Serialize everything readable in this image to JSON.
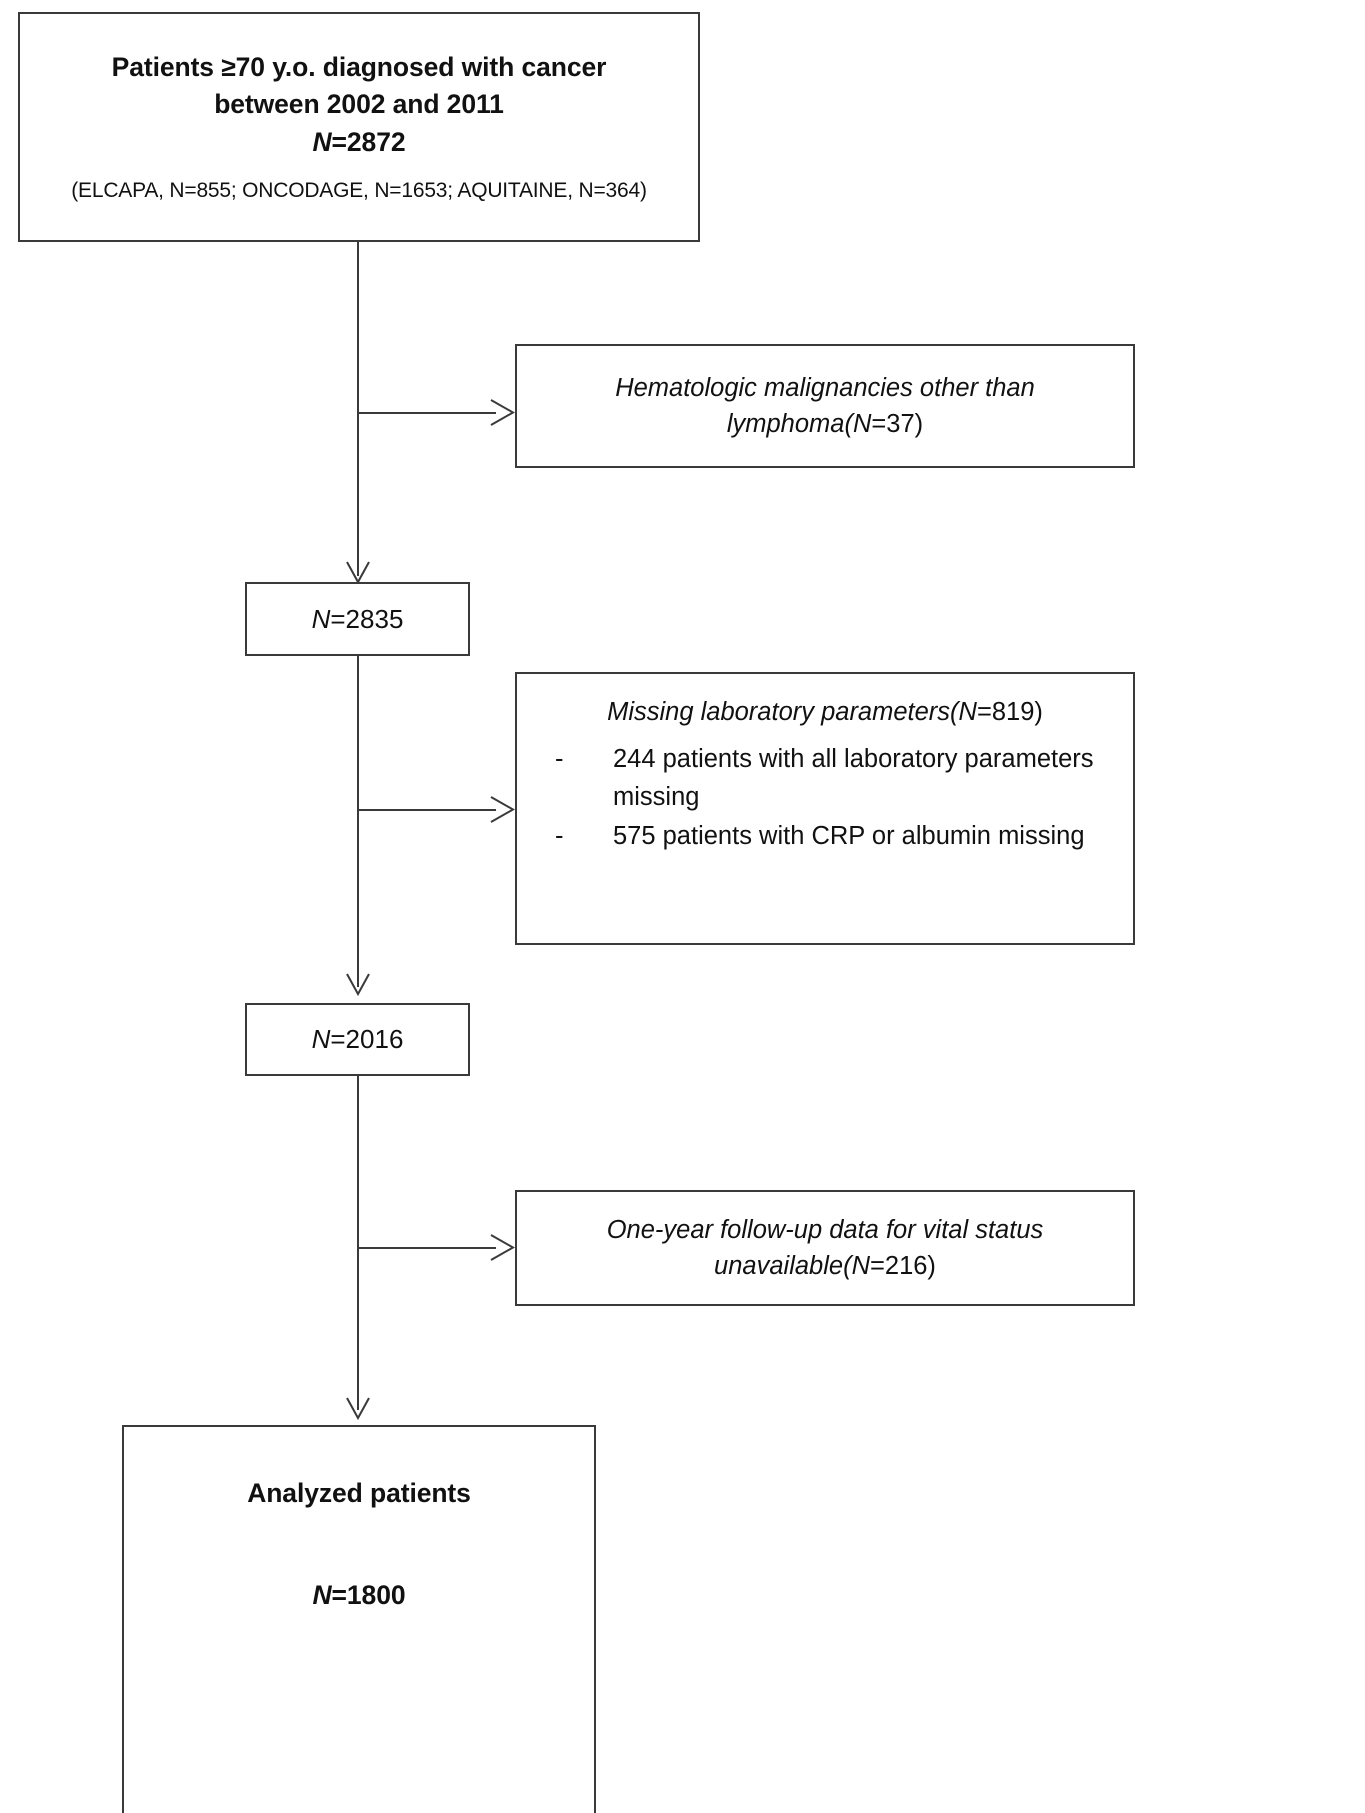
{
  "figure": {
    "type": "flow-diagram",
    "title": "Patient selection flow diagram",
    "line_color": "#3a3a3a",
    "background": "#ffffff"
  },
  "nodes": {
    "source": {
      "line1": "Patients ≥70 y.o. diagnosed with cancer",
      "line2": "between 2002 and 2011",
      "line3_prefix": "N",
      "line3_value": "=2872",
      "line4": "(ELCAPA, N=855; ONCODAGE, N=1653; AQUITAINE, N=364)",
      "cohorts": [
        {
          "name": "ELCAPA",
          "n": 855
        },
        {
          "name": "ONCODAGE",
          "n": 1653
        },
        {
          "name": "AQUITAINE",
          "n": 364
        }
      ],
      "total_n": 2872
    },
    "exclusion_1": {
      "line1": "Hematologic malignancies other than",
      "line2_text": "lymphoma",
      "line2_prefix": "(N",
      "line2_value": "=37)",
      "n": 37
    },
    "count_1": {
      "prefix": "N",
      "value": "=2835",
      "n": 2835
    },
    "exclusion_2": {
      "heading_text": "Missing laboratory parameters",
      "heading_prefix": "(N",
      "heading_value": "=819)",
      "n": 819,
      "bullets": [
        {
          "dash": "-",
          "text": "244 patients with all laboratory parameters missing",
          "n": 244
        },
        {
          "dash": "-",
          "text": "575 patients with CRP or albumin missing",
          "n": 575
        }
      ]
    },
    "count_2": {
      "prefix": "N",
      "value": "=2016",
      "n": 2016
    },
    "exclusion_3": {
      "line1": "One-year follow-up data for vital status",
      "line2_text": "unavailable",
      "line2_prefix": "(N",
      "line2_value": "=216)",
      "n": 216
    },
    "analyzed": {
      "line1": "Analyzed patients",
      "line2_prefix": "N",
      "line2_value": "=1800",
      "n": 1800
    }
  }
}
